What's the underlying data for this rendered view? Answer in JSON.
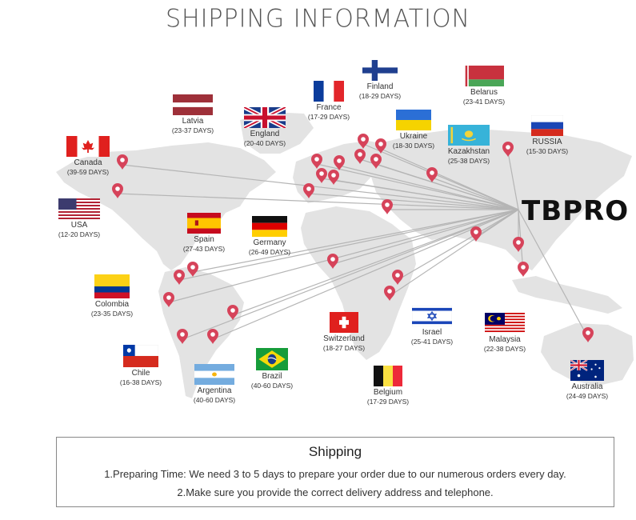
{
  "title": "SHIPPING INFORMATION",
  "brand": "TBPRO",
  "colors": {
    "pin": "#d6435a",
    "line": "#b5b5b5",
    "map": "#e3e3e3"
  },
  "countries": [
    {
      "id": "finland",
      "name": "Finland",
      "days": "(18-29 DAYS)",
      "flag": "finland"
    },
    {
      "id": "belarus",
      "name": "Belarus",
      "days": "(23-41 DAYS)",
      "flag": "belarus"
    },
    {
      "id": "france",
      "name": "France",
      "days": "(17-29 DAYS)",
      "flag": "france"
    },
    {
      "id": "latvia",
      "name": "Latvia",
      "days": "(23-37 DAYS)",
      "flag": "latvia"
    },
    {
      "id": "england",
      "name": "England",
      "days": "(20-40 DAYS)",
      "flag": "england"
    },
    {
      "id": "ukraine",
      "name": "Ukraine",
      "days": "(18-30 DAYS)",
      "flag": "ukraine"
    },
    {
      "id": "russia",
      "name": "RUSSIA",
      "days": "(15-30 DAYS)",
      "flag": "russia"
    },
    {
      "id": "kazakhstan",
      "name": "Kazakhstan",
      "days": "(25-38 DAYS)",
      "flag": "kazakhstan"
    },
    {
      "id": "canada",
      "name": "Canada",
      "days": "(39-59 DAYS)",
      "flag": "canada"
    },
    {
      "id": "usa",
      "name": "USA",
      "days": "(12-20 DAYS)",
      "flag": "usa"
    },
    {
      "id": "spain",
      "name": "Spain",
      "days": "(27-43 DAYS)",
      "flag": "spain"
    },
    {
      "id": "germany",
      "name": "Germany",
      "days": "(26-49 DAYS)",
      "flag": "germany"
    },
    {
      "id": "colombia",
      "name": "Colombia",
      "days": "(23-35 DAYS)",
      "flag": "colombia"
    },
    {
      "id": "switzerland",
      "name": "Switzerland",
      "days": "(18-27 DAYS)",
      "flag": "switzerland"
    },
    {
      "id": "israel",
      "name": "Israel",
      "days": "(25-41 DAYS)",
      "flag": "israel"
    },
    {
      "id": "malaysia",
      "name": "Malaysia",
      "days": "(22-38 DAYS)",
      "flag": "malaysia"
    },
    {
      "id": "chile",
      "name": "Chile",
      "days": "(16-38 DAYS)",
      "flag": "chile"
    },
    {
      "id": "brazil",
      "name": "Brazil",
      "days": "(40-60 DAYS)",
      "flag": "brazil"
    },
    {
      "id": "argentina",
      "name": "Argentina",
      "days": "(40-60 DAYS)",
      "flag": "argentina"
    },
    {
      "id": "belgium",
      "name": "Belgium",
      "days": "(17-29 DAYS)",
      "flag": "belgium"
    },
    {
      "id": "australia",
      "name": "Australia",
      "days": "(24-49 DAYS)",
      "flag": "australia"
    }
  ],
  "shipping": {
    "title": "Shipping",
    "line1": "1.Preparing Time: We need 3 to 5 days to prepare your order due to our numerous orders every day.",
    "line2": "2.Make sure you provide the correct delivery address and telephone."
  }
}
